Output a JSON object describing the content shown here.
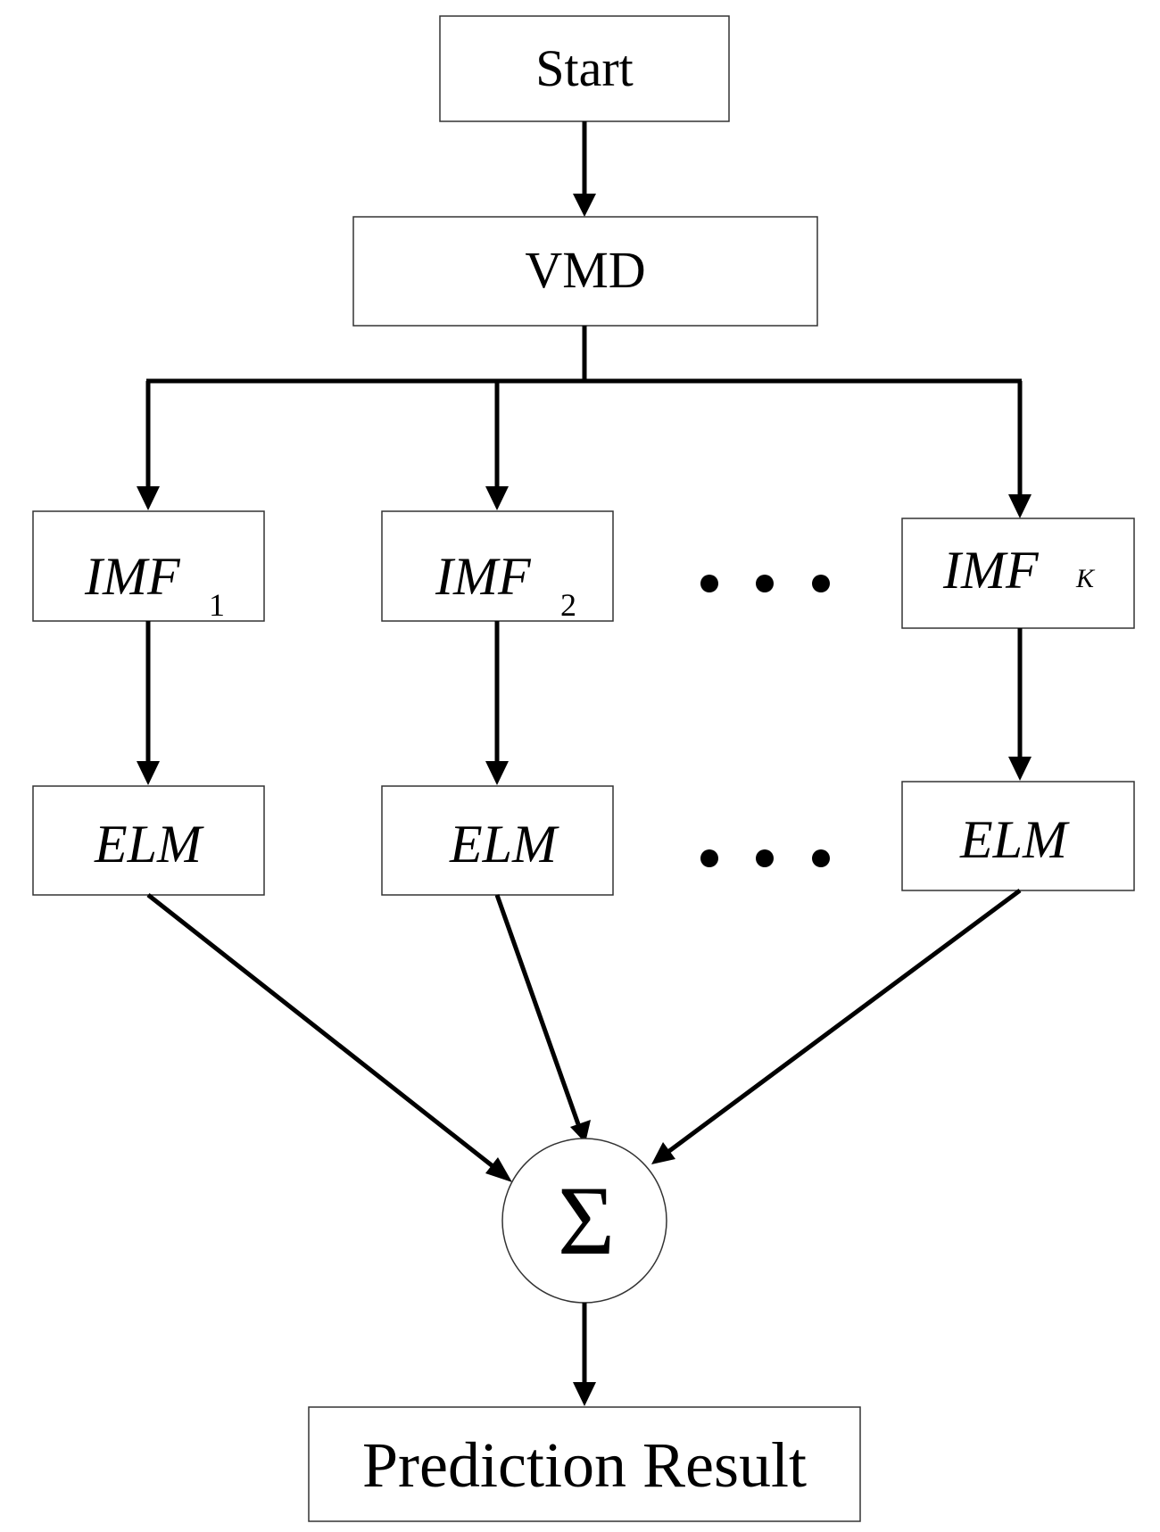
{
  "nodes": {
    "start": "Start",
    "vmd": "VMD",
    "imf_1": {
      "base": "IMF",
      "sub": "1"
    },
    "imf_2": {
      "base": "IMF",
      "sub": "2"
    },
    "imf_k": {
      "base": "IMF",
      "sub": "K"
    },
    "elm_1": "ELM",
    "elm_2": "ELM",
    "elm_k": "ELM",
    "sum": "Σ",
    "result": "Prediction Result"
  }
}
